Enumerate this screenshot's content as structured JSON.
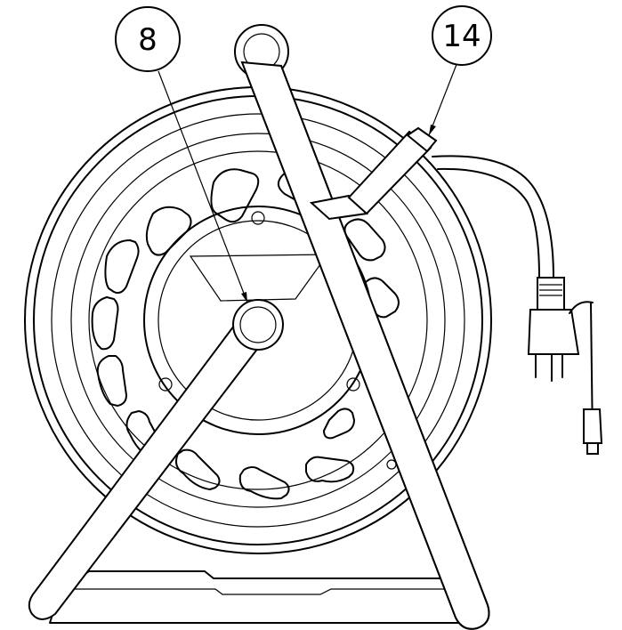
{
  "diagram": {
    "callouts": [
      {
        "id": "callout-8",
        "label": "8"
      },
      {
        "id": "callout-14",
        "label": "14"
      }
    ]
  }
}
